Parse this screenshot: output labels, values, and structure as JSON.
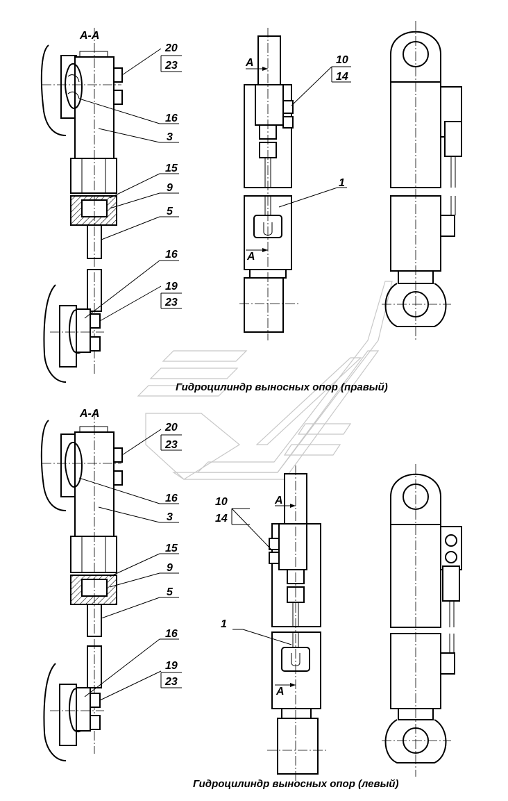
{
  "section_label": "А-А",
  "section_marker": "А",
  "captions": {
    "right": "Гидроцилиндр выносных опор (правый)",
    "left": "Гидроцилиндр выносных опор (левый)"
  },
  "callouts": {
    "n1": "1",
    "n3": "3",
    "n5": "5",
    "n9": "9",
    "n10": "10",
    "n14": "14",
    "n15": "15",
    "n16": "16",
    "n19": "19",
    "n20": "20",
    "n23": "23"
  }
}
